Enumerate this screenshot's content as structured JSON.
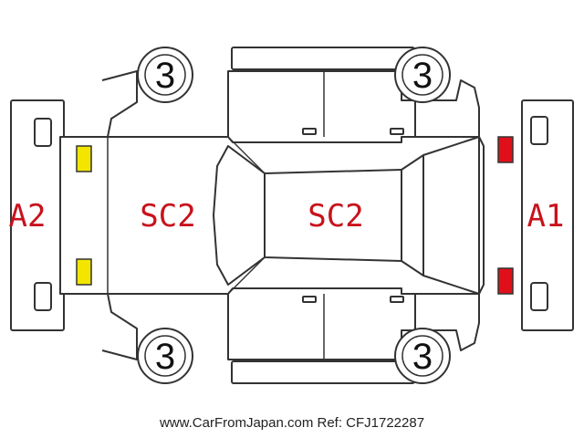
{
  "diagram": {
    "markers": {
      "rear_bumper": "A2",
      "front_bumper": "A1",
      "rear_body": "SC2",
      "front_body": "SC2",
      "wheel_rear_top": "3",
      "wheel_front_top": "3",
      "wheel_rear_bottom": "3",
      "wheel_front_bottom": "3"
    },
    "colors": {
      "damage_text": "#c8121c",
      "rear_lamp": "#f2e600",
      "front_lamp": "#e0101a",
      "outline": "#333333"
    }
  },
  "footer": {
    "text": "www.CarFromJapan.com Ref: CFJ1722287"
  }
}
